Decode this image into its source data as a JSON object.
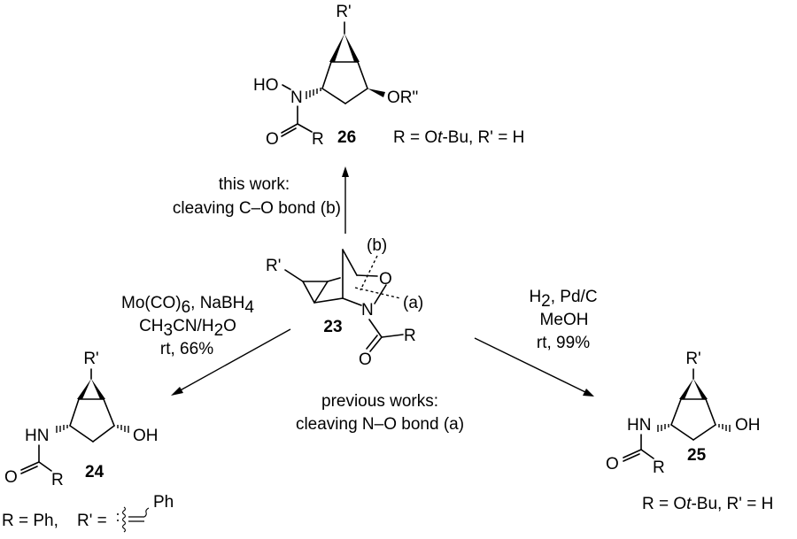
{
  "scheme": {
    "compounds": {
      "c26": {
        "label": "26",
        "substituents": {
          "top": "R'",
          "n_oh": "HO",
          "n": "N",
          "or2": "OR\"",
          "carbonyl_o": "O",
          "r": "R"
        },
        "definition": [
          "R = O",
          "t",
          "-Bu, R' = H"
        ]
      },
      "c23": {
        "label": "23",
        "substituents": {
          "r_prime": "R'",
          "o": "O",
          "n": "N",
          "carbonyl_o": "O",
          "r": "R"
        },
        "cleavage_labels": {
          "b": "(b)",
          "a": "(a)"
        }
      },
      "c24": {
        "label": "24",
        "substituents": {
          "top": "R'",
          "hn": "HN",
          "oh": "OH",
          "carbonyl_o": "O",
          "r": "R"
        },
        "definition": {
          "r_part": "R = Ph,",
          "rp_part": "R' =",
          "ph": "Ph"
        }
      },
      "c25": {
        "label": "25",
        "substituents": {
          "top": "R'",
          "hn": "HN",
          "oh": "OH",
          "carbonyl_o": "O",
          "r": "R"
        },
        "definition": [
          "R = O",
          "t",
          "-Bu, R' = H"
        ]
      }
    },
    "arrows": {
      "up": {
        "line1": "this work:",
        "line2": "cleaving C–O bond (b)"
      },
      "left": {
        "line1": {
          "a": "Mo(CO)",
          "a_sub": "6",
          "b": ", NaBH",
          "b_sub": "4"
        },
        "line2": {
          "a": "CH",
          "a_sub": "3",
          "b": "CN/H",
          "b_sub": "2",
          "c": "O"
        },
        "line3": "rt, 66%"
      },
      "right": {
        "line1": {
          "a": "H",
          "a_sub": "2",
          "b": ", Pd/C"
        },
        "line2": "MeOH",
        "line3": "rt, 99%"
      },
      "bottom_caption": {
        "line1": "previous works:",
        "line2": "cleaving N–O bond (a)"
      }
    }
  }
}
